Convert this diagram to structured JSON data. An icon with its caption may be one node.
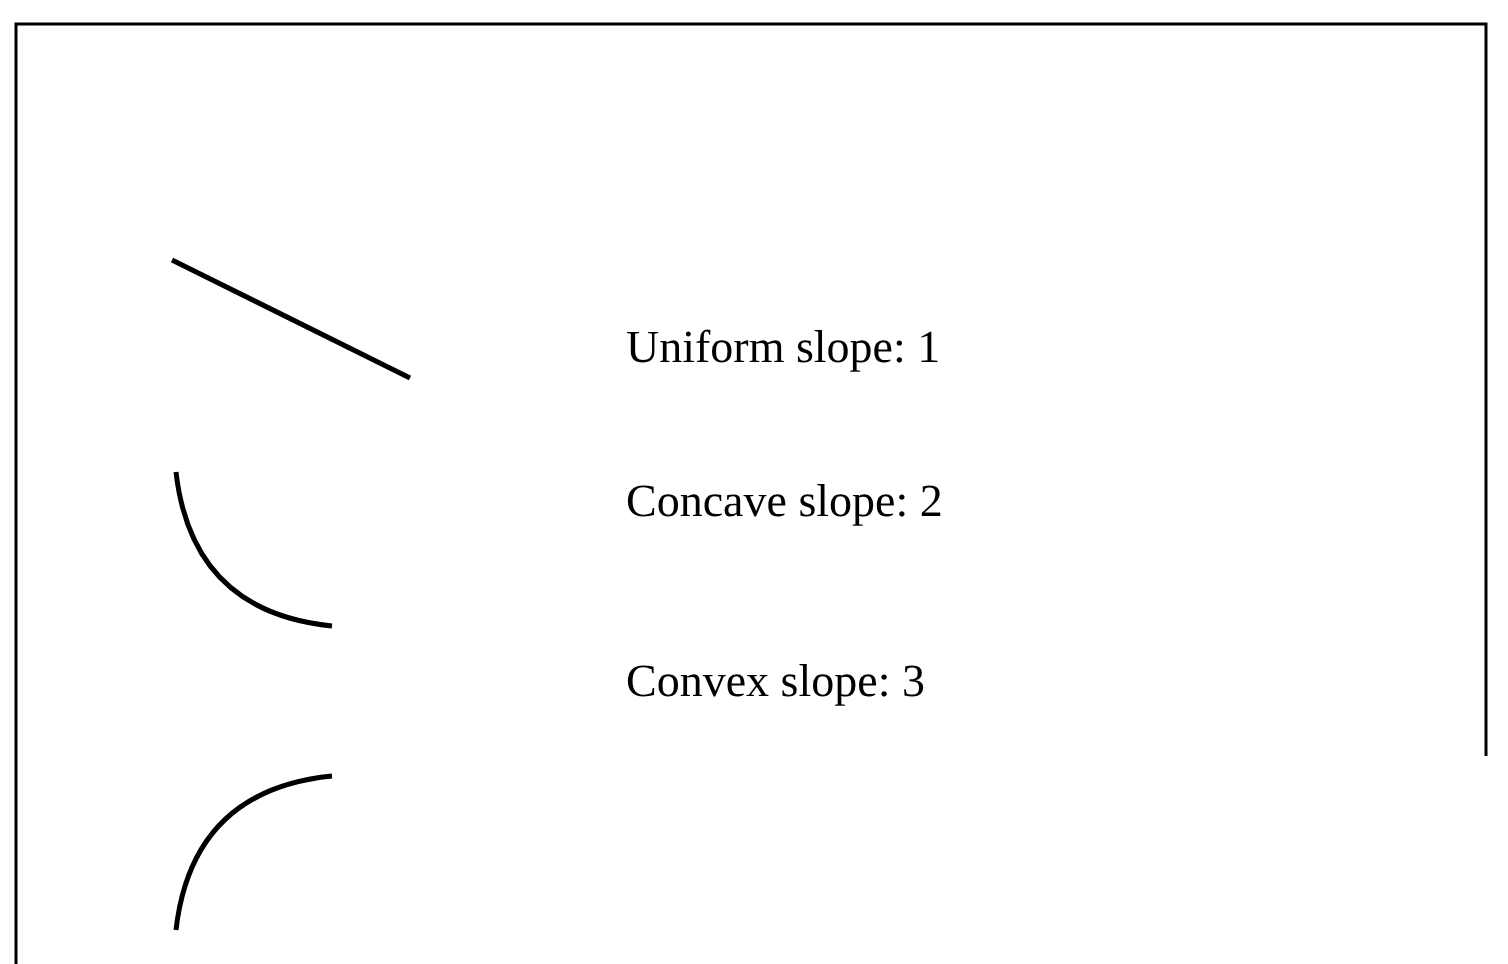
{
  "diagram": {
    "labels": [
      "Uniform slope: 1",
      "Concave slope: 2",
      "Convex slope: 3"
    ]
  }
}
